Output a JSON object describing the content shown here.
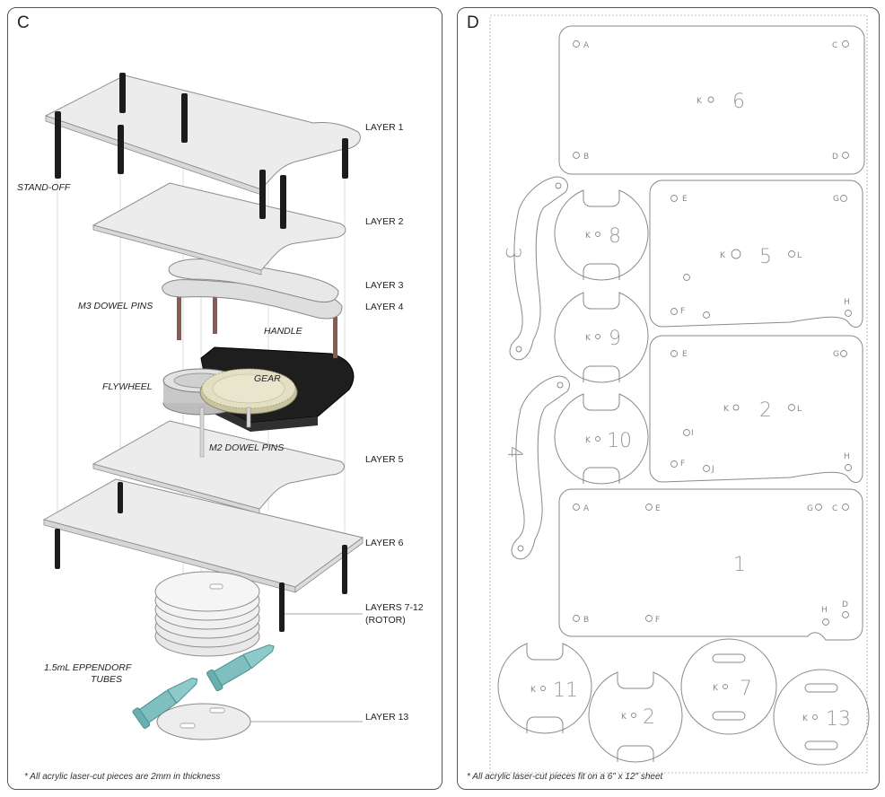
{
  "panel_c": {
    "letter": "C",
    "labels": {
      "layer1": "LAYER 1",
      "layer2": "LAYER 2",
      "layer3": "LAYER 3",
      "layer4": "LAYER 4",
      "layer5": "LAYER 5",
      "layer6": "LAYER 6",
      "layers7_12_a": "LAYERS 7-12",
      "layers7_12_b": "(ROTOR)",
      "layer13": "LAYER 13",
      "standoff": "STAND-OFF",
      "m3": "M3 DOWEL PINS",
      "handle": "HANDLE",
      "flywheel": "FLYWHEEL",
      "gear": "GEAR",
      "m2": "M2 DOWEL PINS",
      "tubes_a": "1.5mL EPPENDORF",
      "tubes_b": "TUBES"
    },
    "footnote": "* All acrylic laser-cut pieces are 2mm in thickness",
    "colors": {
      "acrylic": "#e6e6e6",
      "standoff": "#1c1c1c",
      "dowel": "#8a5a55",
      "handle": "#1e1e1e",
      "gear": "#e3dfc2",
      "tube": "#7fbfbf"
    }
  },
  "panel_d": {
    "letter": "D",
    "footnote": "* All acrylic laser-cut pieces fit on a 6\" x 12\" sheet",
    "pieces": {
      "p6": "6",
      "p8": "8",
      "p5": "5",
      "p3": "3",
      "p9": "9",
      "p2a": "2",
      "p4": "4",
      "p10": "10",
      "p1": "1",
      "p11": "11",
      "p2b": "2",
      "p7": "7",
      "p13": "13"
    },
    "keys": {
      "a": "A",
      "b": "B",
      "c": "C",
      "d": "D",
      "e": "E",
      "f": "F",
      "g": "G",
      "h": "H",
      "i": "I",
      "j": "J",
      "k": "K",
      "l": "L"
    }
  }
}
